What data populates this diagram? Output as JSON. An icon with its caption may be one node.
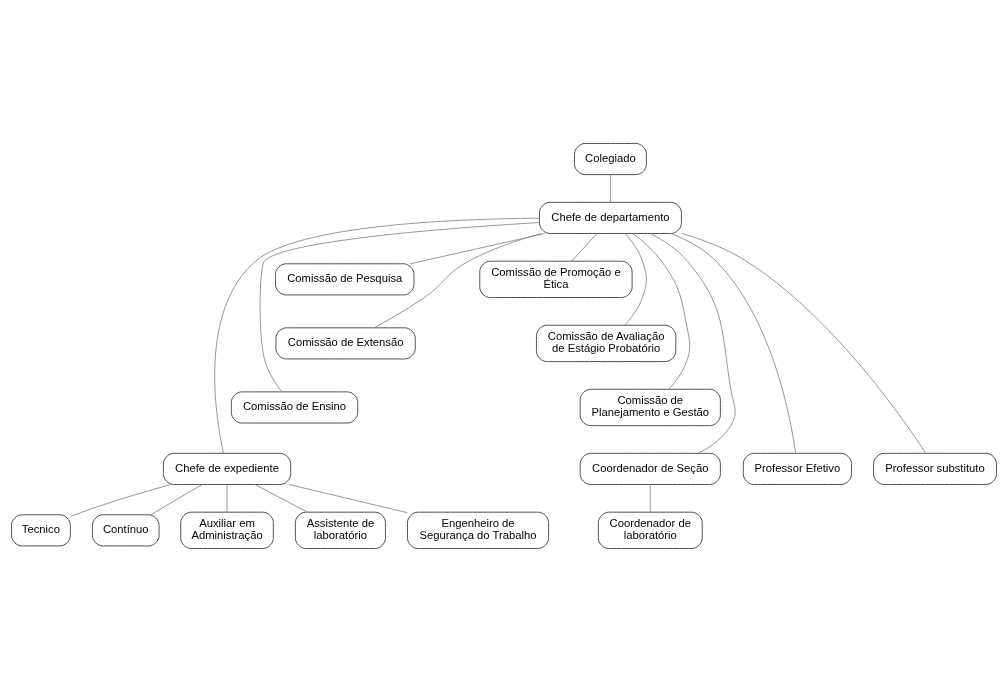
{
  "diagram": {
    "nodes": [
      {
        "text": [
          "Colegiado"
        ]
      },
      {
        "text": [
          "Chefe de departamento"
        ]
      },
      {
        "text": [
          "Comissão de Pesquisa"
        ]
      },
      {
        "text": [
          "Comissão de Promoção e Ética"
        ]
      },
      {
        "text": [
          "Comissão de Extensão"
        ]
      },
      {
        "text": [
          "Comissão de Avaliação de Estágio Probatório"
        ]
      },
      {
        "text": [
          "Comissão de Ensino"
        ]
      },
      {
        "text": [
          "Comissão de Planejamento e Gestão"
        ]
      },
      {
        "text": [
          "Chefe de expediente"
        ]
      },
      {
        "text": [
          "Professor Efetivo"
        ]
      },
      {
        "text": [
          "Professor substituto"
        ]
      },
      {
        "text": [
          "Coordenador de Seção"
        ]
      },
      {
        "text": [
          "Engenheiro de Segurança do Trabalho"
        ]
      },
      {
        "text": [
          "Tecnico"
        ]
      },
      {
        "text": [
          "Contínuo"
        ]
      },
      {
        "text": [
          "Auxiliar em Administração"
        ]
      },
      {
        "text": [
          "Assistente de laboratório"
        ]
      },
      {
        "text": [
          "Coordenador de laboratório"
        ]
      }
    ],
    "edges": [
      {
        "from": 0,
        "to": 1,
        "arrow": "none"
      },
      {
        "from": 1,
        "to": 2,
        "arrow": "none"
      },
      {
        "from": 1,
        "to": 3,
        "arrow": "none"
      },
      {
        "from": 1,
        "to": 4,
        "arrow": "none"
      },
      {
        "from": 1,
        "to": 5,
        "arrow": "none"
      },
      {
        "from": 1,
        "to": 6,
        "arrow": "none"
      },
      {
        "from": 1,
        "to": 7,
        "arrow": "none"
      },
      {
        "from": 1,
        "to": 8,
        "arrow": "none"
      },
      {
        "from": 1,
        "to": 9,
        "arrow": "none"
      },
      {
        "from": 1,
        "to": 10,
        "arrow": "none"
      },
      {
        "from": 1,
        "to": 11,
        "arrow": "none"
      },
      {
        "from": 8,
        "to": 12,
        "arrow": "none"
      },
      {
        "from": 8,
        "to": 13,
        "arrow": "none"
      },
      {
        "from": 8,
        "to": 14,
        "arrow": "none"
      },
      {
        "from": 8,
        "to": 15,
        "arrow": "none"
      },
      {
        "from": 8,
        "to": 16,
        "arrow": "none"
      },
      {
        "from": 11,
        "to": 17,
        "arrow": "none"
      }
    ]
  }
}
